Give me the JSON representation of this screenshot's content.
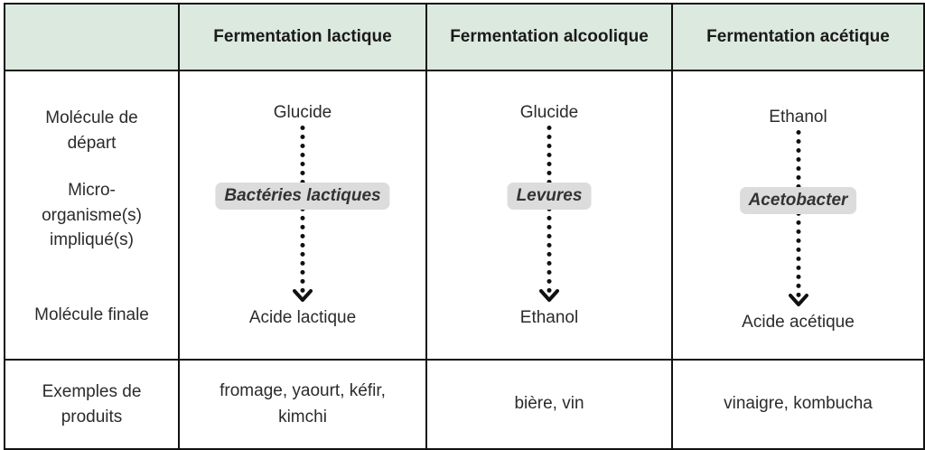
{
  "header": {
    "empty": "",
    "col1": "Fermentation lactique",
    "col2": "Fermentation alcoolique",
    "col3": "Fermentation acétique"
  },
  "row_labels": {
    "start_line1": "Molécule de",
    "start_line2": "départ",
    "micro_line1": "Micro-",
    "micro_line2": "organisme(s)",
    "micro_line3": "impliqué(s)",
    "final": "Molécule finale",
    "examples_line1": "Exemples de",
    "examples_line2": "produits"
  },
  "columns": [
    {
      "start": "Glucide",
      "organism": "Bactéries lactiques",
      "final": "Acide lactique",
      "examples_line1": "fromage, yaourt, kéfir,",
      "examples_line2": "kimchi"
    },
    {
      "start": "Glucide",
      "organism": "Levures",
      "final": "Ethanol",
      "examples_line1": "bière, vin",
      "examples_line2": ""
    },
    {
      "start": "Ethanol",
      "organism": "Acetobacter",
      "final": "Acide acétique",
      "examples_line1": "vinaigre, kombucha",
      "examples_line2": ""
    }
  ],
  "colors": {
    "header_bg": "#dce9df",
    "pill_bg": "#dcdcdc",
    "border": "#111111"
  }
}
